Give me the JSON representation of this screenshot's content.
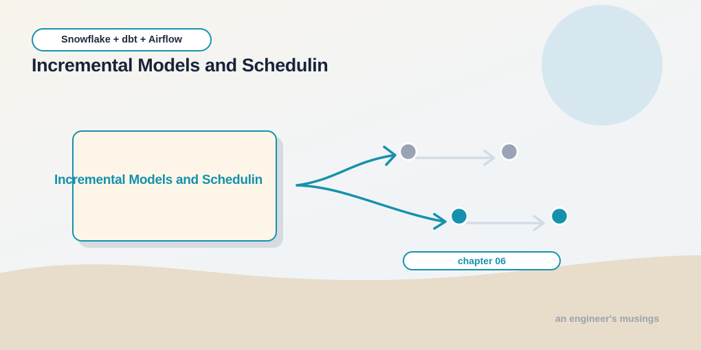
{
  "header": {
    "tag": "Snowflake + dbt + Airflow",
    "title": "Incremental Models and Schedulin"
  },
  "diagram": {
    "card_label": "Incremental Models and Schedulin",
    "chapter_label": "chapter 06"
  },
  "footer": {
    "text": "an engineer's musings"
  },
  "colors": {
    "accent": "#1591ad",
    "title": "#17243a",
    "muted_node": "#9aa3b6",
    "connector": "#d3dbe4",
    "card_fill": "#fdf6e8",
    "sand": "#e8dccb",
    "sun": "#d6e7f0"
  }
}
